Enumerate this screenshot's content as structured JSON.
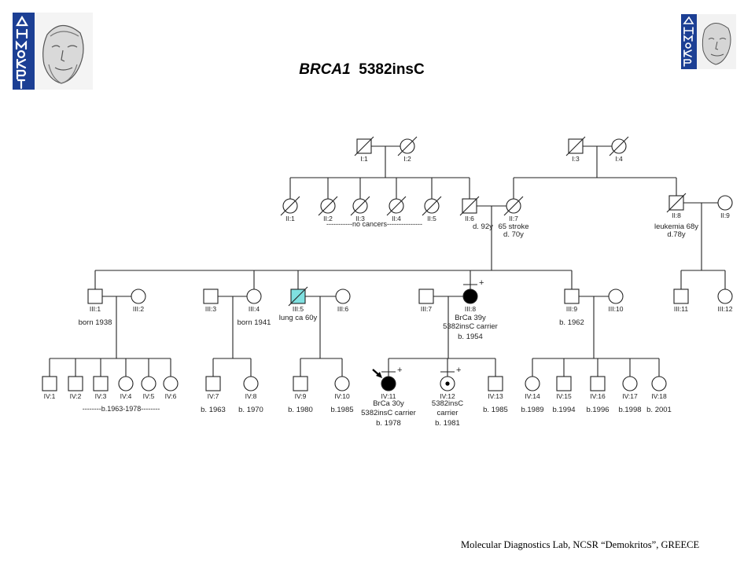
{
  "title": {
    "gene": "BRCA1",
    "mutation": "5382insC"
  },
  "logos": {
    "left_alt": "Demokritos logo",
    "right_alt": "Demokritos logo",
    "lettering": "ΔΗΜΟΚΡΙΤΟΣ"
  },
  "colors": {
    "line": "#222222",
    "affected_fill": "#000000",
    "lung_cancer_fill": "#7fe0e0",
    "logo_blue": "#1c3f94"
  },
  "pedigree": {
    "individuals": [
      {
        "id": "I:1",
        "sex": "male",
        "deceased": true
      },
      {
        "id": "I:2",
        "sex": "female",
        "deceased": true
      },
      {
        "id": "I:3",
        "sex": "male",
        "deceased": true
      },
      {
        "id": "I:4",
        "sex": "female",
        "deceased": true
      },
      {
        "id": "II:1",
        "sex": "female",
        "deceased": true
      },
      {
        "id": "II:2",
        "sex": "female",
        "deceased": true
      },
      {
        "id": "II:3",
        "sex": "female",
        "deceased": true
      },
      {
        "id": "II:4",
        "sex": "female",
        "deceased": true
      },
      {
        "id": "II:5",
        "sex": "female",
        "deceased": true
      },
      {
        "id": "II:6",
        "sex": "male",
        "deceased": true,
        "notes": [
          "d. 92y"
        ]
      },
      {
        "id": "II:7",
        "sex": "female",
        "deceased": true,
        "notes": [
          "65 stroke",
          "d. 70y"
        ]
      },
      {
        "id": "II:8",
        "sex": "male",
        "deceased": true,
        "notes": [
          "leukemia 68y",
          "d.78y"
        ]
      },
      {
        "id": "II:9",
        "sex": "female"
      },
      {
        "id": "III:1",
        "sex": "male",
        "notes": [
          "born 1938"
        ]
      },
      {
        "id": "III:2",
        "sex": "female"
      },
      {
        "id": "III:3",
        "sex": "male"
      },
      {
        "id": "III:4",
        "sex": "female",
        "notes": [
          "born 1941"
        ]
      },
      {
        "id": "III:5",
        "sex": "male",
        "deceased": true,
        "status": "lung-cancer",
        "notes": [
          "lung ca 60y"
        ]
      },
      {
        "id": "III:6",
        "sex": "female"
      },
      {
        "id": "III:7",
        "sex": "male"
      },
      {
        "id": "III:8",
        "sex": "female",
        "status": "affected",
        "tested": "+",
        "notes": [
          "BrCa 39y",
          "5382insC carrier",
          "b. 1954"
        ]
      },
      {
        "id": "III:9",
        "sex": "male",
        "notes": [
          "b. 1962"
        ]
      },
      {
        "id": "III:10",
        "sex": "female"
      },
      {
        "id": "III:11",
        "sex": "male"
      },
      {
        "id": "III:12",
        "sex": "female"
      },
      {
        "id": "IV:1",
        "sex": "male"
      },
      {
        "id": "IV:2",
        "sex": "male"
      },
      {
        "id": "IV:3",
        "sex": "male"
      },
      {
        "id": "IV:4",
        "sex": "female"
      },
      {
        "id": "IV:5",
        "sex": "female"
      },
      {
        "id": "IV:6",
        "sex": "female"
      },
      {
        "id": "IV:7",
        "sex": "male",
        "notes": [
          "b. 1963"
        ]
      },
      {
        "id": "IV:8",
        "sex": "female",
        "notes": [
          "b. 1970"
        ]
      },
      {
        "id": "IV:9",
        "sex": "male",
        "notes": [
          "b. 1980"
        ]
      },
      {
        "id": "IV:10",
        "sex": "female",
        "notes": [
          "b.1985"
        ]
      },
      {
        "id": "IV:11",
        "sex": "female",
        "status": "affected",
        "tested": "+",
        "proband": true,
        "notes": [
          "BrCa 30y",
          "5382insC carrier",
          "b. 1978"
        ]
      },
      {
        "id": "IV:12",
        "sex": "female",
        "status": "carrier",
        "tested": "+",
        "notes": [
          "5382insC",
          "carrier",
          "b. 1981"
        ]
      },
      {
        "id": "IV:13",
        "sex": "male",
        "notes": [
          "b. 1985"
        ]
      },
      {
        "id": "IV:14",
        "sex": "female",
        "notes": [
          "b.1989"
        ]
      },
      {
        "id": "IV:15",
        "sex": "male",
        "notes": [
          "b.1994"
        ]
      },
      {
        "id": "IV:16",
        "sex": "male",
        "notes": [
          "b.1996"
        ]
      },
      {
        "id": "IV:17",
        "sex": "female",
        "notes": [
          "b.1998"
        ]
      },
      {
        "id": "IV:18",
        "sex": "female",
        "notes": [
          "b. 2001"
        ]
      }
    ],
    "annotations": [
      {
        "key": "no_cancers",
        "text": "-----------no cancers---------------"
      },
      {
        "key": "births",
        "text": "--------b.1963-1978--------"
      }
    ]
  },
  "footer": "Molecular Diagnostics Lab, NCSR “Demokritos”, GREECE"
}
